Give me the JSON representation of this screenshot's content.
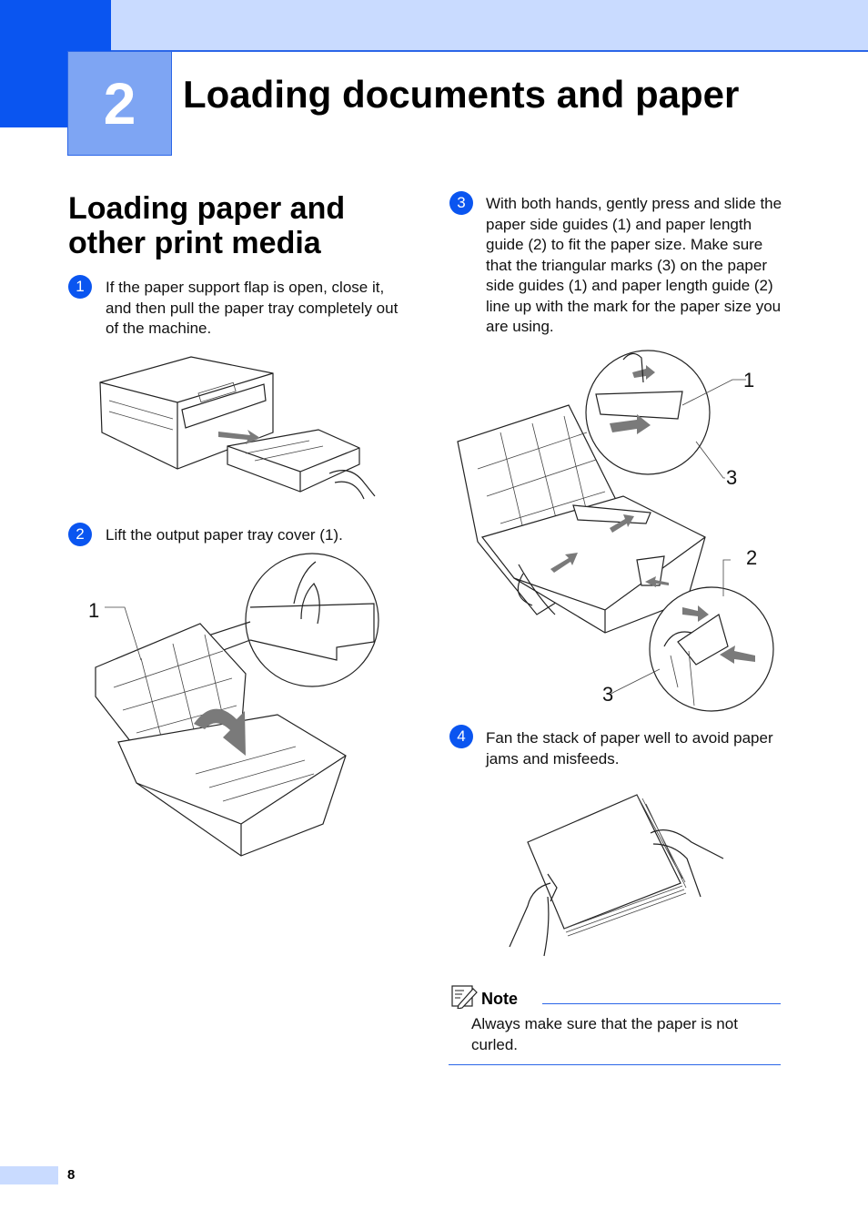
{
  "header": {
    "chapter_number": "2",
    "chapter_title": "Loading documents and paper"
  },
  "section": {
    "title": "Loading paper and other print media"
  },
  "steps": [
    {
      "badge": "1",
      "text": "If the paper support flap is open, close it, and then pull the paper tray completely out of the machine."
    },
    {
      "badge": "2",
      "text": "Lift the output paper tray cover (1)."
    },
    {
      "badge": "3",
      "text": "With both hands, gently press and slide the paper side guides (1) and paper length guide (2) to fit the paper size. Make sure that the triangular marks (3) on the paper side guides (1) and paper length guide (2) line up with the mark for the paper size you are using."
    },
    {
      "badge": "4",
      "text": "Fan the stack of paper well to avoid paper jams and misfeeds."
    }
  ],
  "figures": {
    "fig2_callout": "1",
    "fig3_callouts": [
      "1",
      "3",
      "2",
      "3"
    ]
  },
  "note": {
    "label": "Note",
    "text": "Always make sure that the paper is not curled."
  },
  "footer": {
    "page_number": "8"
  },
  "colors": {
    "accent": "#0a55f0",
    "band": "#c9dbff",
    "chapter_box": "#7ea5f3",
    "rule": "#2b66e8"
  },
  "icons": [
    "step-number-badge",
    "note-pencil-icon"
  ]
}
